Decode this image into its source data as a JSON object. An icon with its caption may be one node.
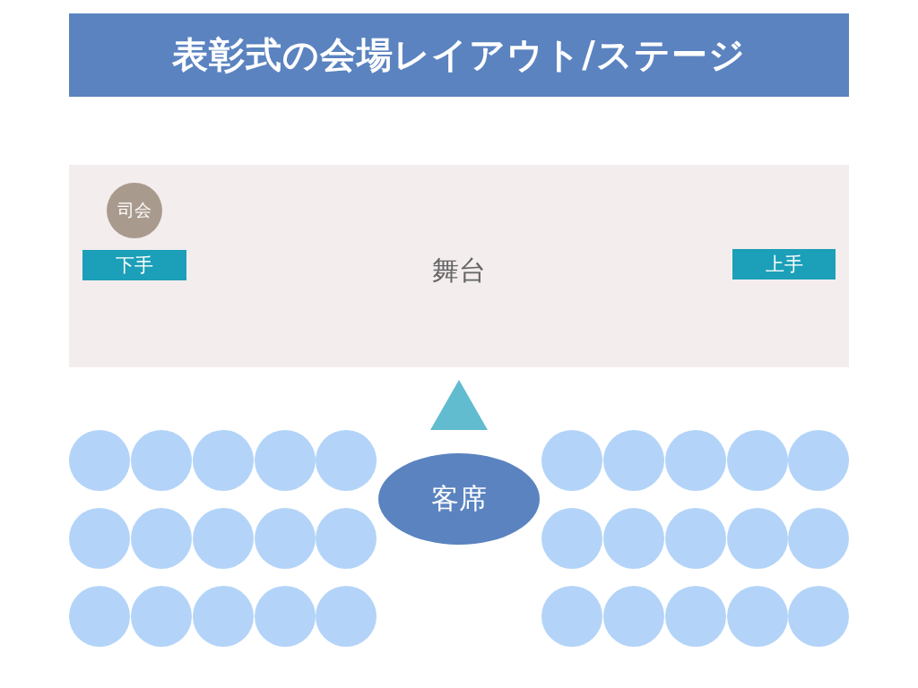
{
  "diagram": {
    "title": "表彰式の会場レイアウト/ステージ",
    "nodes": [
      {
        "text": [
          "舞台"
        ]
      },
      {
        "text": [
          "司会"
        ],
        "in": 0
      },
      {
        "text": [
          "下手"
        ],
        "in": 0
      },
      {
        "text": [
          "上手"
        ],
        "in": 0
      },
      {
        "text": [
          "客席"
        ]
      }
    ]
  }
}
